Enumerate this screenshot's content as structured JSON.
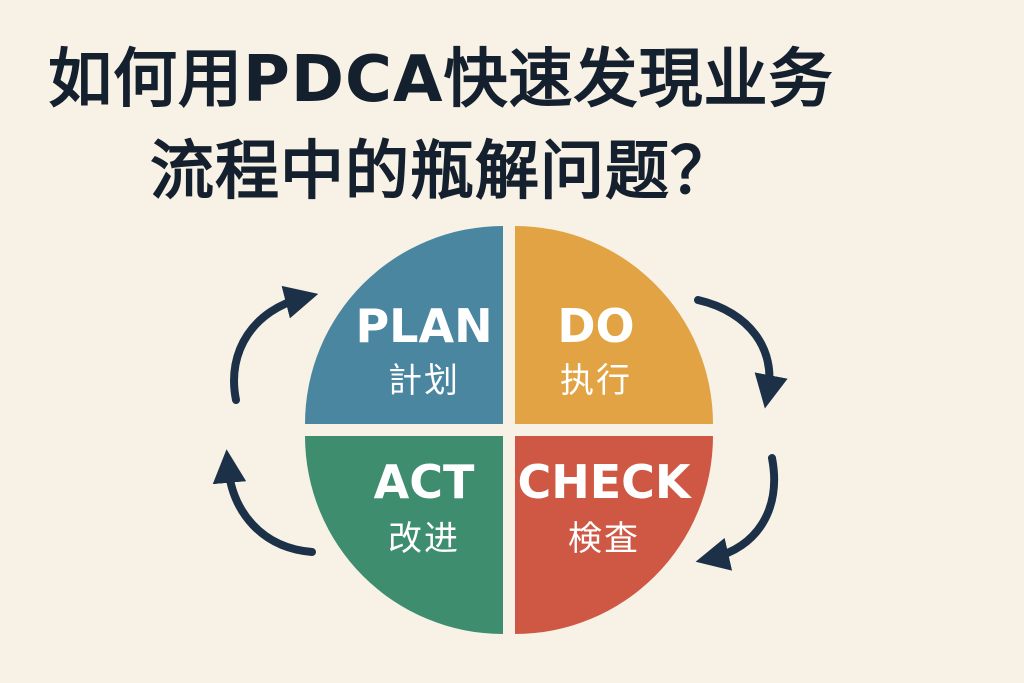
{
  "title": {
    "line1": "如何用PDCA快速发現业务",
    "line2": "流程中的瓶解问题？"
  },
  "quadrants": {
    "plan": {
      "en": "PLAN",
      "zh": "計划",
      "color": "#4a86a0"
    },
    "do": {
      "en": "DO",
      "zh": "执行",
      "color": "#e1a343"
    },
    "act": {
      "en": "ACT",
      "zh": "改进",
      "color": "#3e8d6e"
    },
    "check": {
      "en": "CHECK",
      "zh": "検査",
      "color": "#cf5844"
    }
  },
  "colors": {
    "background": "#f8f1e6",
    "text": "#15202e",
    "arrows": "#1c3148"
  },
  "icons": [
    "cycle-arrow-icon"
  ]
}
